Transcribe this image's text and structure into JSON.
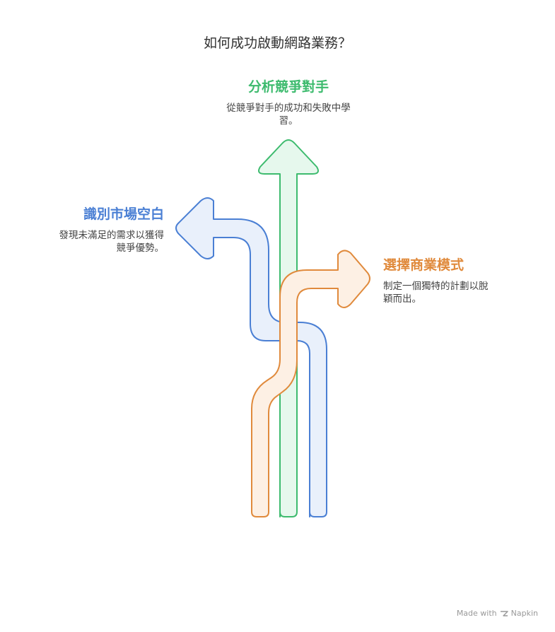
{
  "title": "如何成功啟動網路業務？",
  "branches": {
    "competitors": {
      "heading": "分析競爭對手",
      "desc_line1": "從競爭對手的成功和失敗中學",
      "desc_line2": "習。",
      "color": "#3dbb6e",
      "fill": "#e6f8ed"
    },
    "market_gap": {
      "heading": "識別市場空白",
      "desc_line1": "發現未滿足的需求以獲得",
      "desc_line2": "競爭優勢。",
      "color": "#4a7fd4",
      "fill": "#e9f0fb"
    },
    "business_model": {
      "heading": "選擇商業模式",
      "desc_line1": "制定一個獨特的計劃以脫",
      "desc_line2": "穎而出。",
      "color": "#e08a3c",
      "fill": "#fdf0e4"
    }
  },
  "footer": {
    "text": "Made with",
    "brand": "Napkin",
    "logo_icon": "napkin-logo-icon"
  }
}
